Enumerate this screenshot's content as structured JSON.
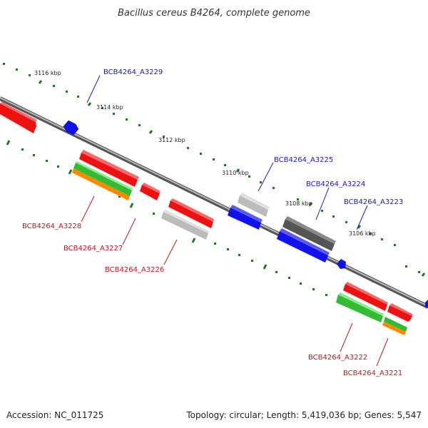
{
  "title": "Bacillus cereus B4264, complete genome",
  "footer": {
    "accession": "Accession: NC_011725",
    "stats": "Topology: circular; Length: 5,419,036 bp; Genes: 5,547"
  },
  "ticks": [
    "3116 kbp",
    "3114 kbp",
    "3112 kbp",
    "3110 kbp",
    "3108 kbp",
    "3106 kbp"
  ],
  "genes_top": [
    "BCB4264_A3229",
    "BCB4264_A3225",
    "BCB4264_A3224",
    "BCB4264_A3223"
  ],
  "genes_bottom": [
    "BCB4264_A3228",
    "BCB4264_A3227",
    "BCB4264_A3226",
    "BCB4264_A3222",
    "BCB4264_A3221"
  ],
  "colors": {
    "red": "#ee1111",
    "blue": "#1111ee",
    "green": "#33bb33",
    "orange": "#ff8800",
    "gray": "#bbbbbb",
    "darkgray": "#666666",
    "tick": "#227722",
    "label_blue": "#1a1ab8",
    "label_red": "#c8141e"
  }
}
